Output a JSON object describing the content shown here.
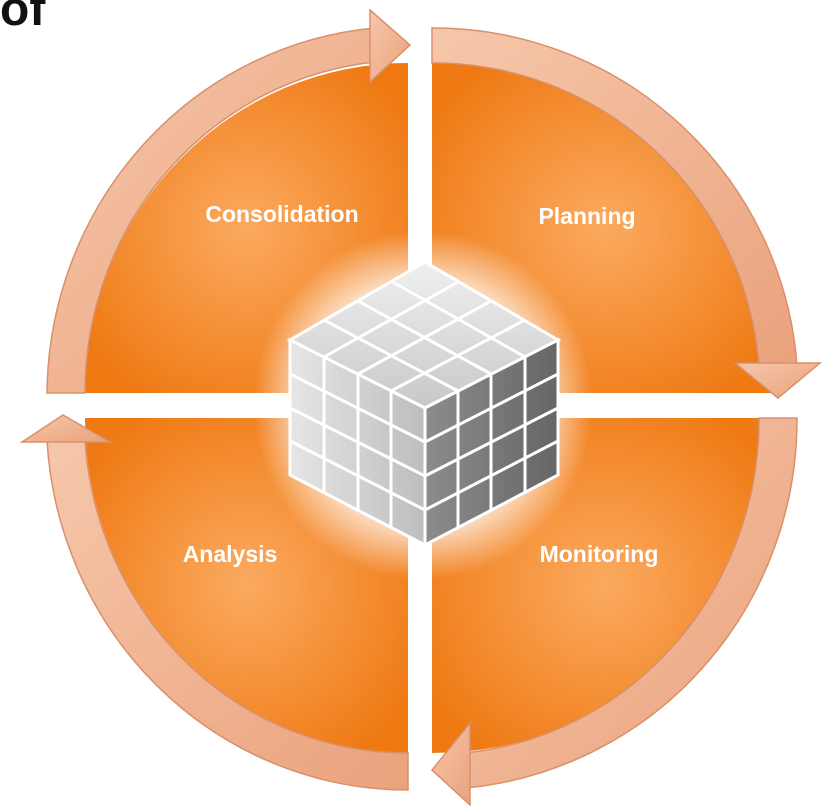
{
  "corner_text": "of",
  "quadrants": {
    "top_left": "Consolidation",
    "top_right": "Planning",
    "bottom_left": "Analysis",
    "bottom_right": "Monitoring"
  },
  "center_icon": "data-cube-icon",
  "colors": {
    "quadrant": "#f5841f",
    "quadrant_light": "#fba050",
    "arrow": "#f2b493",
    "arrow_edge": "#d9906a",
    "cube_light": "#dcdcdc",
    "cube_dark": "#8a8a8a"
  }
}
